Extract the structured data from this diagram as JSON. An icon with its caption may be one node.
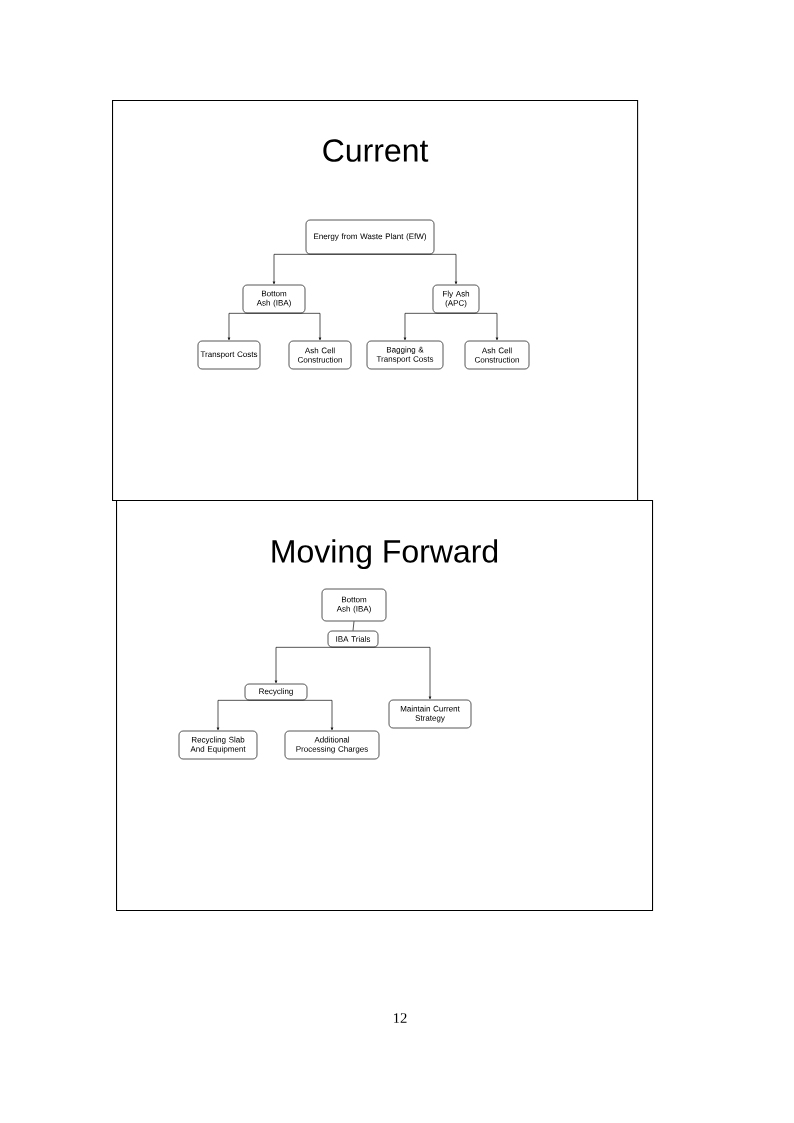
{
  "diagram": {
    "nodes": [
      {
        "text": [
          "Current"
        ]
      },
      {
        "text": [
          "Energy from Waste Plant (EfW)"
        ],
        "in": 0
      },
      {
        "text": [
          "Bottom Ash (IBA)"
        ],
        "in": 0
      },
      {
        "text": [
          "Fly Ash (APC)"
        ],
        "in": 0
      },
      {
        "text": [
          "Transport Costs"
        ],
        "in": 0
      },
      {
        "text": [
          "Ash Cell Construction"
        ],
        "in": 0
      },
      {
        "text": [
          "Bagging & Transport Costs"
        ],
        "in": 0
      },
      {
        "text": [
          "Ash Cell Construction"
        ],
        "in": 0
      },
      {
        "text": [
          "Moving Forward"
        ]
      },
      {
        "text": [
          "Bottom Ash (IBA)"
        ],
        "in": 8
      },
      {
        "text": [
          "IBA Trials"
        ],
        "in": 8
      },
      {
        "text": [
          "Recycling"
        ],
        "in": 8
      },
      {
        "text": [
          "Maintain Current Strategy"
        ],
        "in": 8
      },
      {
        "text": [
          "Recycling Slab And Equipment"
        ],
        "in": 8
      },
      {
        "text": [
          "Additional Processing Charges"
        ],
        "in": 8
      }
    ],
    "edges": [
      {
        "from": 1,
        "to": 2,
        "arrow": "to"
      },
      {
        "from": 1,
        "to": 3,
        "arrow": "to"
      },
      {
        "from": 2,
        "to": 4,
        "arrow": "to"
      },
      {
        "from": 2,
        "to": 5,
        "arrow": "to"
      },
      {
        "from": 3,
        "to": 6,
        "arrow": "to"
      },
      {
        "from": 3,
        "to": 7,
        "arrow": "to"
      },
      {
        "from": 9,
        "to": 10,
        "arrow": "none"
      },
      {
        "from": 10,
        "to": 11,
        "arrow": "to"
      },
      {
        "from": 10,
        "to": 12,
        "arrow": "to"
      },
      {
        "from": 11,
        "to": 13,
        "arrow": "to"
      },
      {
        "from": 11,
        "to": 14,
        "arrow": "to"
      }
    ],
    "labels": [
      "12"
    ]
  }
}
